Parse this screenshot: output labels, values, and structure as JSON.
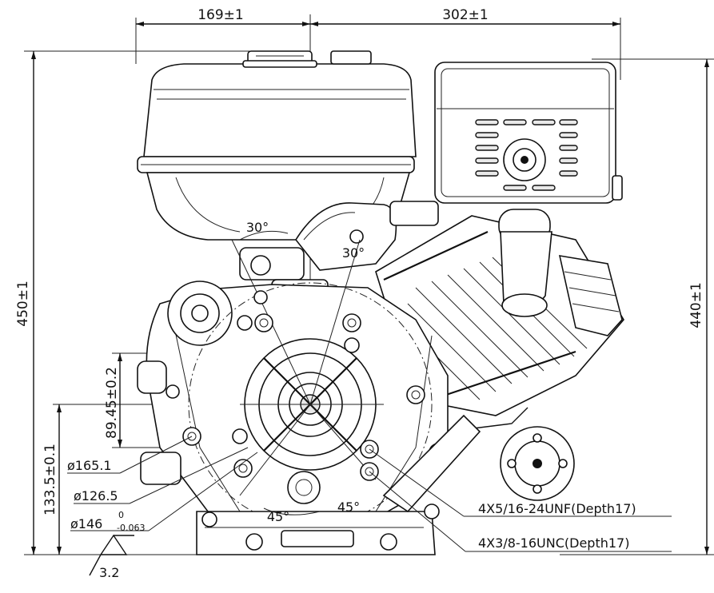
{
  "drawing": {
    "dimensions": {
      "top_left_width": "169±1",
      "top_right_width": "302±1",
      "overall_height_left": "450±1",
      "overall_height_right": "440±1",
      "shaft_center_height": "133.5±0.1",
      "bolt_center_offset": "89.45±0.2",
      "bolt_circle": "ø165.1",
      "pilot_diameter": "ø126.5",
      "bore_diameter": "ø146",
      "bore_tol_upper": "0",
      "bore_tol_lower": "-0.063",
      "surface_roughness": "3.2",
      "angle_top_left": "30°",
      "angle_top_right": "30°",
      "angle_bottom_left": "45°",
      "angle_bottom_right": "45°"
    },
    "callouts": {
      "thread_a": "4X5/16-24UNF(Depth17)",
      "thread_b": "4X3/8-16UNC(Depth17)"
    }
  }
}
